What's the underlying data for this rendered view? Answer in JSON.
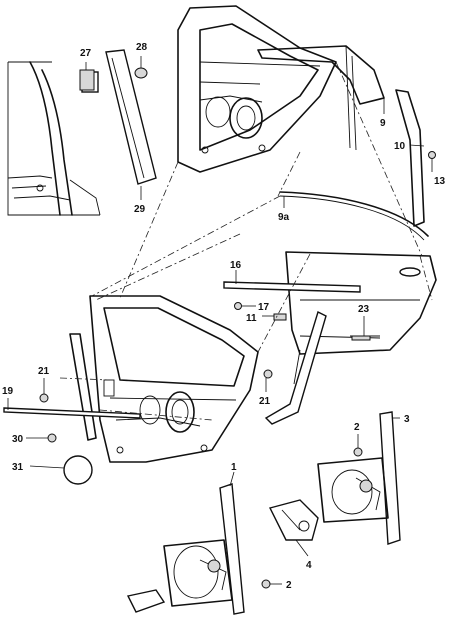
{
  "callouts": {
    "c27": "27",
    "c28": "28",
    "c29": "29",
    "c9": "9",
    "c10": "10",
    "c13": "13",
    "c9a": "9a",
    "c16": "16",
    "c17": "17",
    "c11": "11",
    "c23": "23",
    "c21a": "21",
    "c21b": "21",
    "c19": "19",
    "c30": "30",
    "c31": "31",
    "c1": "1",
    "c2a": "2",
    "c2b": "2",
    "c3": "3",
    "c4": "4"
  }
}
